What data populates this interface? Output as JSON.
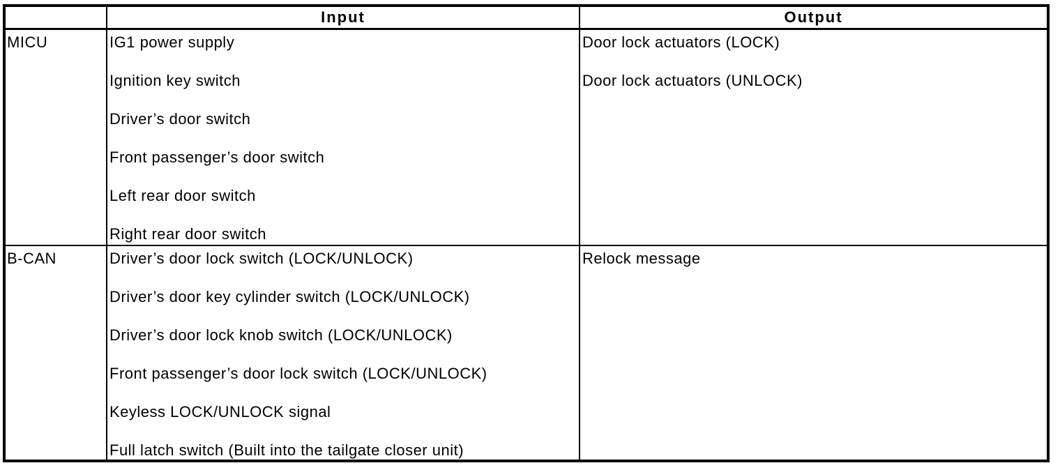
{
  "document": {
    "kind": "io-signal-table",
    "colors": {
      "border": "#000000",
      "background": "#ffffff",
      "text": "#000000"
    },
    "table": {
      "header": {
        "corner": "",
        "input": "Input",
        "output": "Output"
      },
      "rows": [
        {
          "source": "MICU",
          "inputs": [
            "IG1 power supply",
            "Ignition key switch",
            "Driver’s door switch",
            "Front passenger’s door switch",
            "Left rear door switch",
            "Right rear door switch"
          ],
          "outputs": [
            "Door lock actuators (LOCK)",
            "Door lock actuators (UNLOCK)"
          ]
        },
        {
          "source": "B-CAN",
          "inputs": [
            "Driver’s door lock switch (LOCK/UNLOCK)",
            "Driver’s door key cylinder switch (LOCK/UNLOCK)",
            "Driver’s door lock knob switch (LOCK/UNLOCK)",
            "Front passenger’s door lock switch (LOCK/UNLOCK)",
            "Keyless LOCK/UNLOCK signal",
            "Full latch switch (Built into the tailgate closer unit)"
          ],
          "outputs": [
            "Relock message"
          ]
        }
      ]
    }
  }
}
